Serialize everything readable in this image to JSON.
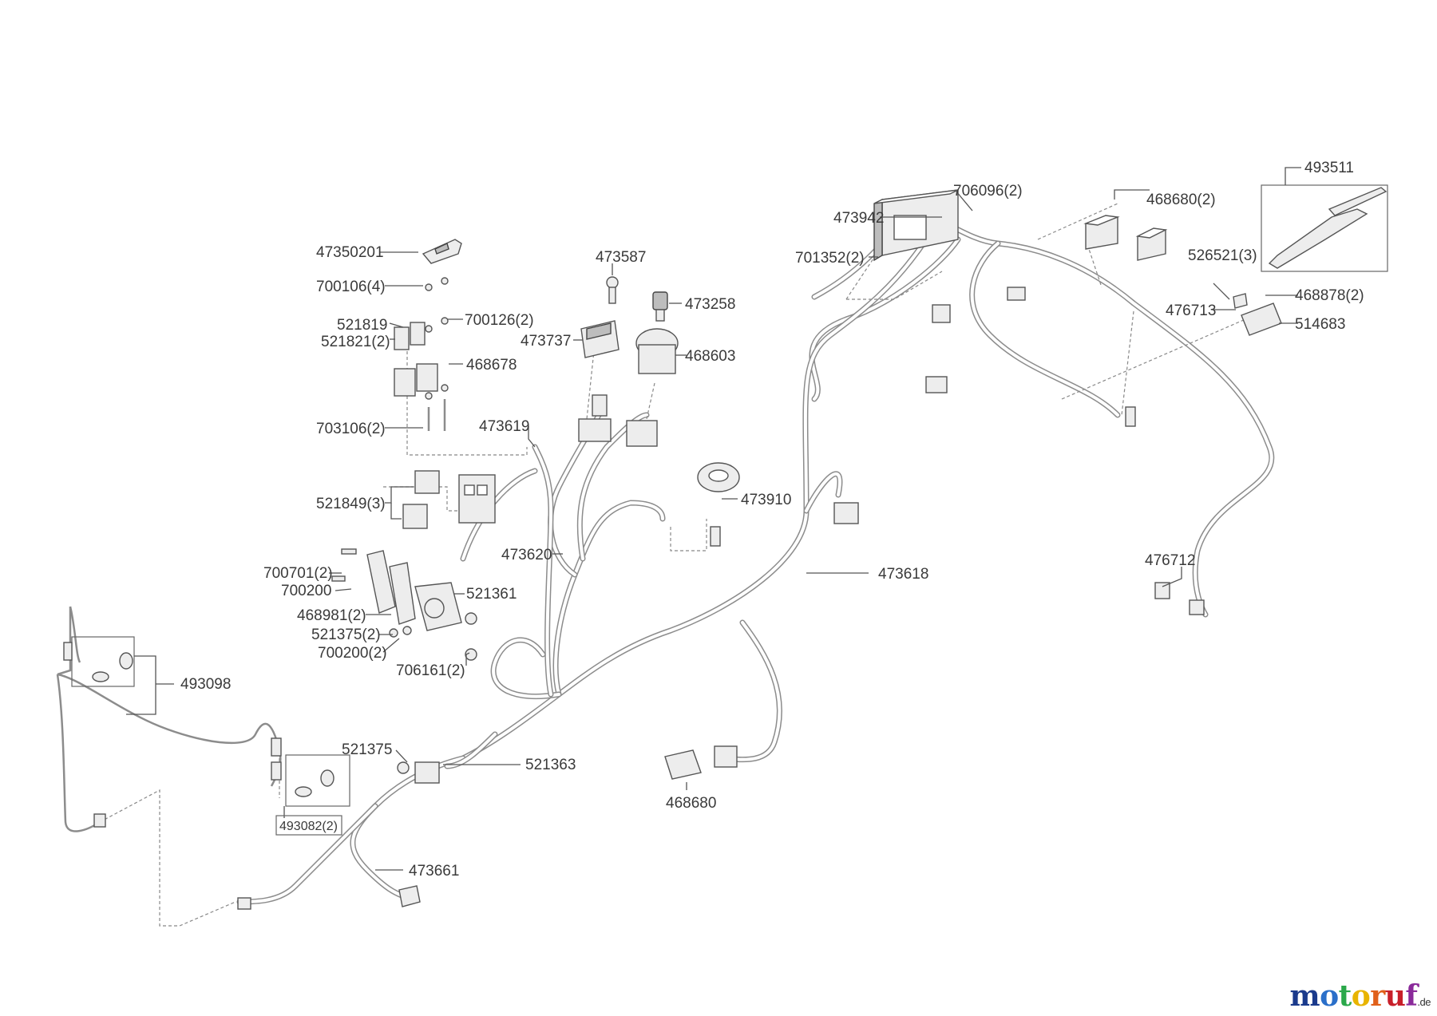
{
  "labels": {
    "p493511": "493511",
    "p468680_2": "468680(2)",
    "p706096_2": "706096(2)",
    "p473942": "473942",
    "p701352_2": "701352(2)",
    "p526521_3": "526521(3)",
    "p468878_2": "468878(2)",
    "p476713": "476713",
    "p514683": "514683",
    "p47350201": "47350201",
    "p700106_4": "700106(4)",
    "p700126_2": "700126(2)",
    "p521819": "521819",
    "p521821_2": "521821(2)",
    "p468678": "468678",
    "p703106_2": "703106(2)",
    "p473587": "473587",
    "p473258": "473258",
    "p473737": "473737",
    "p468603": "468603",
    "p473619": "473619",
    "p521849_3": "521849(3)",
    "p473910": "473910",
    "p473620": "473620",
    "p473618": "473618",
    "p476712": "476712",
    "p700701_2": "700701(2)",
    "p700200": "700200",
    "p521361": "521361",
    "p468981_2": "468981(2)",
    "p521375_2": "521375(2)",
    "p700200_2": "700200(2)",
    "p706161_2": "706161(2)",
    "p493098": "493098",
    "p521375": "521375",
    "p521363": "521363",
    "p468680": "468680",
    "p493082_2": "493082(2)",
    "p473661": "473661"
  },
  "logo": {
    "letters": [
      "m",
      "o",
      "t",
      "o",
      "r",
      "u",
      "f"
    ],
    "suffix": ".de",
    "colors": [
      "#1a3a8c",
      "#2a6fc9",
      "#2aa84a",
      "#e8b400",
      "#e0601a",
      "#c8202a",
      "#8a2a9a"
    ]
  }
}
